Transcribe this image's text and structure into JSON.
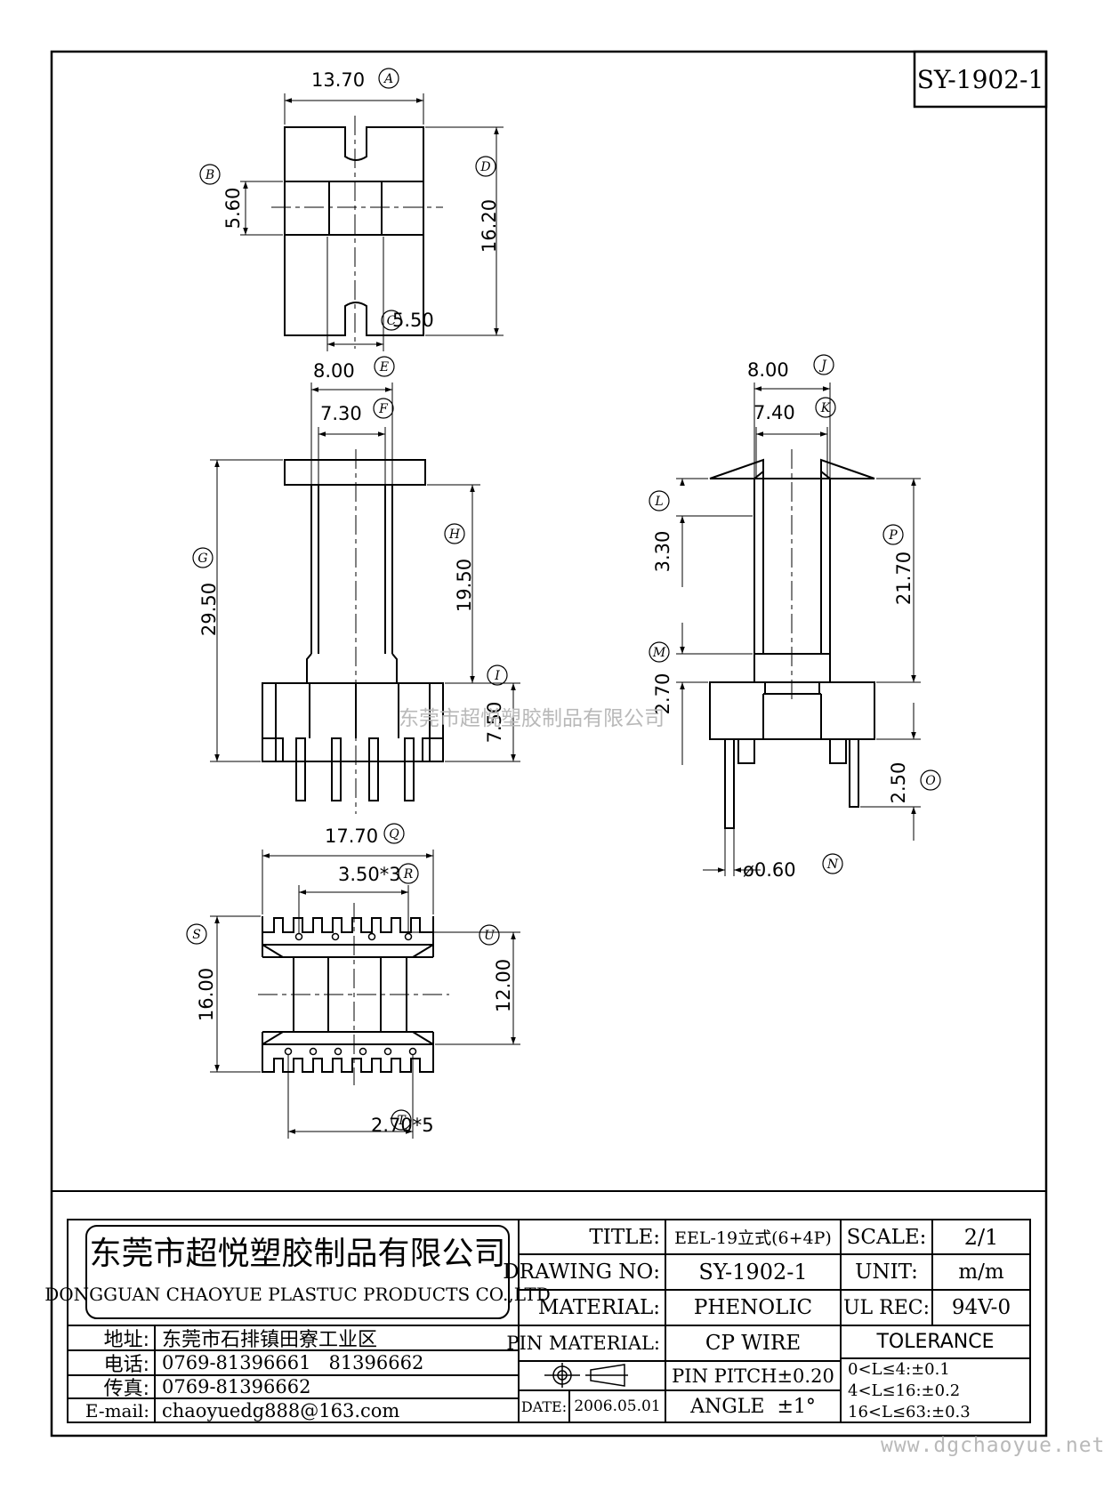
{
  "drawing_number_box": "SY-1902-1",
  "views": {
    "top": {
      "dims": [
        {
          "value": "13.70",
          "ref": "A"
        },
        {
          "value": "5.60",
          "ref": "B"
        },
        {
          "value": "5.50",
          "ref": "C"
        },
        {
          "value": "16.20",
          "ref": "D"
        }
      ]
    },
    "front": {
      "dims": [
        {
          "value": "8.00",
          "ref": "E"
        },
        {
          "value": "7.30",
          "ref": "F"
        },
        {
          "value": "29.50",
          "ref": "G"
        },
        {
          "value": "19.50",
          "ref": "H"
        },
        {
          "value": "7.50",
          "ref": "I"
        }
      ]
    },
    "side": {
      "dims": [
        {
          "value": "8.00",
          "ref": "J"
        },
        {
          "value": "7.40",
          "ref": "K"
        },
        {
          "value": "3.30",
          "ref": "L"
        },
        {
          "value": "2.70",
          "ref": "M"
        },
        {
          "value": "ø0.60",
          "ref": "N"
        },
        {
          "value": "2.50",
          "ref": "O"
        },
        {
          "value": "21.70",
          "ref": "P"
        }
      ]
    },
    "bottom": {
      "dims": [
        {
          "value": "17.70",
          "ref": "Q"
        },
        {
          "value": "3.50*3",
          "ref": "R"
        },
        {
          "value": "16.00",
          "ref": "S"
        },
        {
          "value": "2.70*5",
          "ref": "T"
        },
        {
          "value": "12.00",
          "ref": "U"
        }
      ]
    }
  },
  "watermark_center": "东莞市超悦塑胶制品有限公司",
  "watermark_url": "www.dgchaoyue.net",
  "title_block": {
    "company_cn": "东莞市超悦塑胶制品有限公司",
    "company_en": "DONGGUAN CHAOYUE PLASTUC PRODUCTS CO.,LTD",
    "address_label": "地址:",
    "address": "东莞市石排镇田寮工业区",
    "phone_label": "电话:",
    "phone": "0769-81396661   81396662",
    "fax_label": "传真:",
    "fax": "0769-81396662",
    "email_label": "E-mail:",
    "email": "chaoyuedg888@163.com",
    "title_label": "TITLE:",
    "title": "EEL-19立式(6+4P)",
    "drawing_no_label": "DRAWING NO:",
    "drawing_no": "SY-1902-1",
    "material_label": "MATERIAL:",
    "material": "PHENOLIC",
    "pin_material_label": "PIN MATERIAL:",
    "pin_material": "CP WIRE",
    "date_label": "DATE:",
    "date": "2006.05.01",
    "pin_pitch": "PIN PITCH±0.20",
    "angle": "ANGLE  ±1°",
    "scale_label": "SCALE:",
    "scale": "2/1",
    "unit_label": "UNIT:",
    "unit": "m/m",
    "ul_rec_label": "UL REC:",
    "ul_rec": "94V-0",
    "tolerance_label": "TOLERANCE",
    "tolerance_lines": [
      "0<L≤4:±0.1",
      "4<L≤16:±0.2",
      "16<L≤63:±0.3"
    ]
  }
}
